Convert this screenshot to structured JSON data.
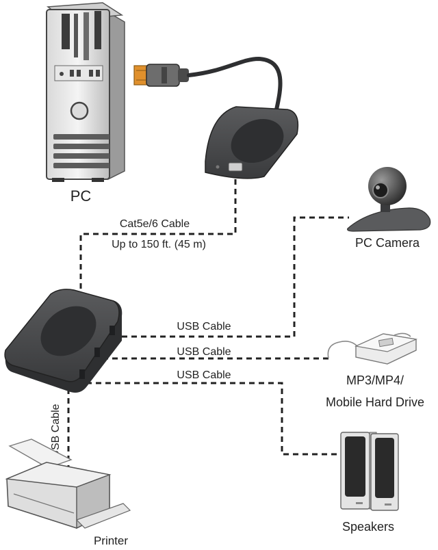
{
  "labels": {
    "pc": "PC",
    "cable_main_line1": "Cat5e/6 Cable",
    "cable_main_line2": "Up to 150 ft. (45 m)",
    "usb_cable_1": "USB Cable",
    "usb_cable_2": "USB Cable",
    "usb_cable_3": "USB Cable",
    "usb_cable_printer": "USB Cable",
    "camera": "PC Camera",
    "mp3_line1": "MP3/MP4/",
    "mp3_line2": "Mobile Hard Drive",
    "speakers": "Speakers",
    "printer": "Printer"
  },
  "colors": {
    "device_dark": "#4a4b4d",
    "device_darker": "#2e2f31",
    "usb_plug_orange": "#e0902c"
  }
}
